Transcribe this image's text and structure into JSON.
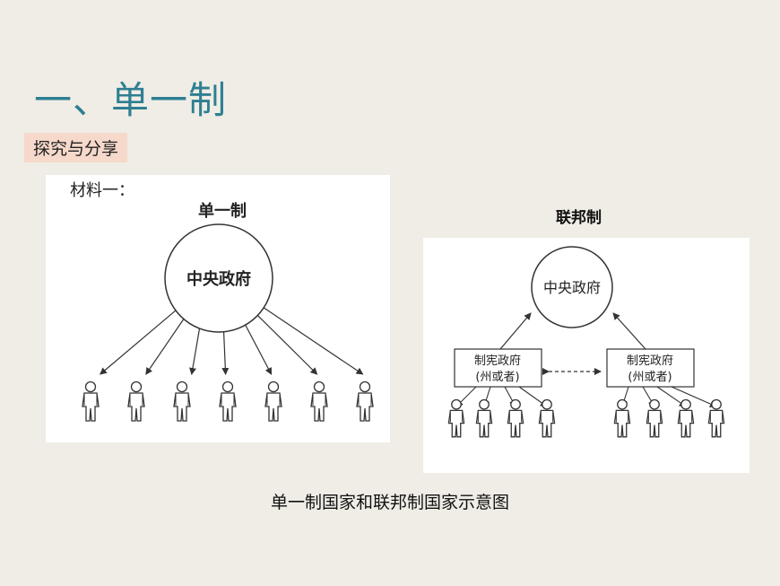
{
  "slide": {
    "title": "一、单一制",
    "tag": "探究与分享",
    "material_label": "材料一：",
    "caption": "单一制国家和联邦制国家示意图"
  },
  "unitary": {
    "label": "单一制",
    "center": "中央政府",
    "people_count": 7
  },
  "federal": {
    "label": "联邦制",
    "center": "中央政府",
    "state_line1": "制宪政府",
    "state_line2": "(州或者)",
    "people_per_state": 4
  }
}
